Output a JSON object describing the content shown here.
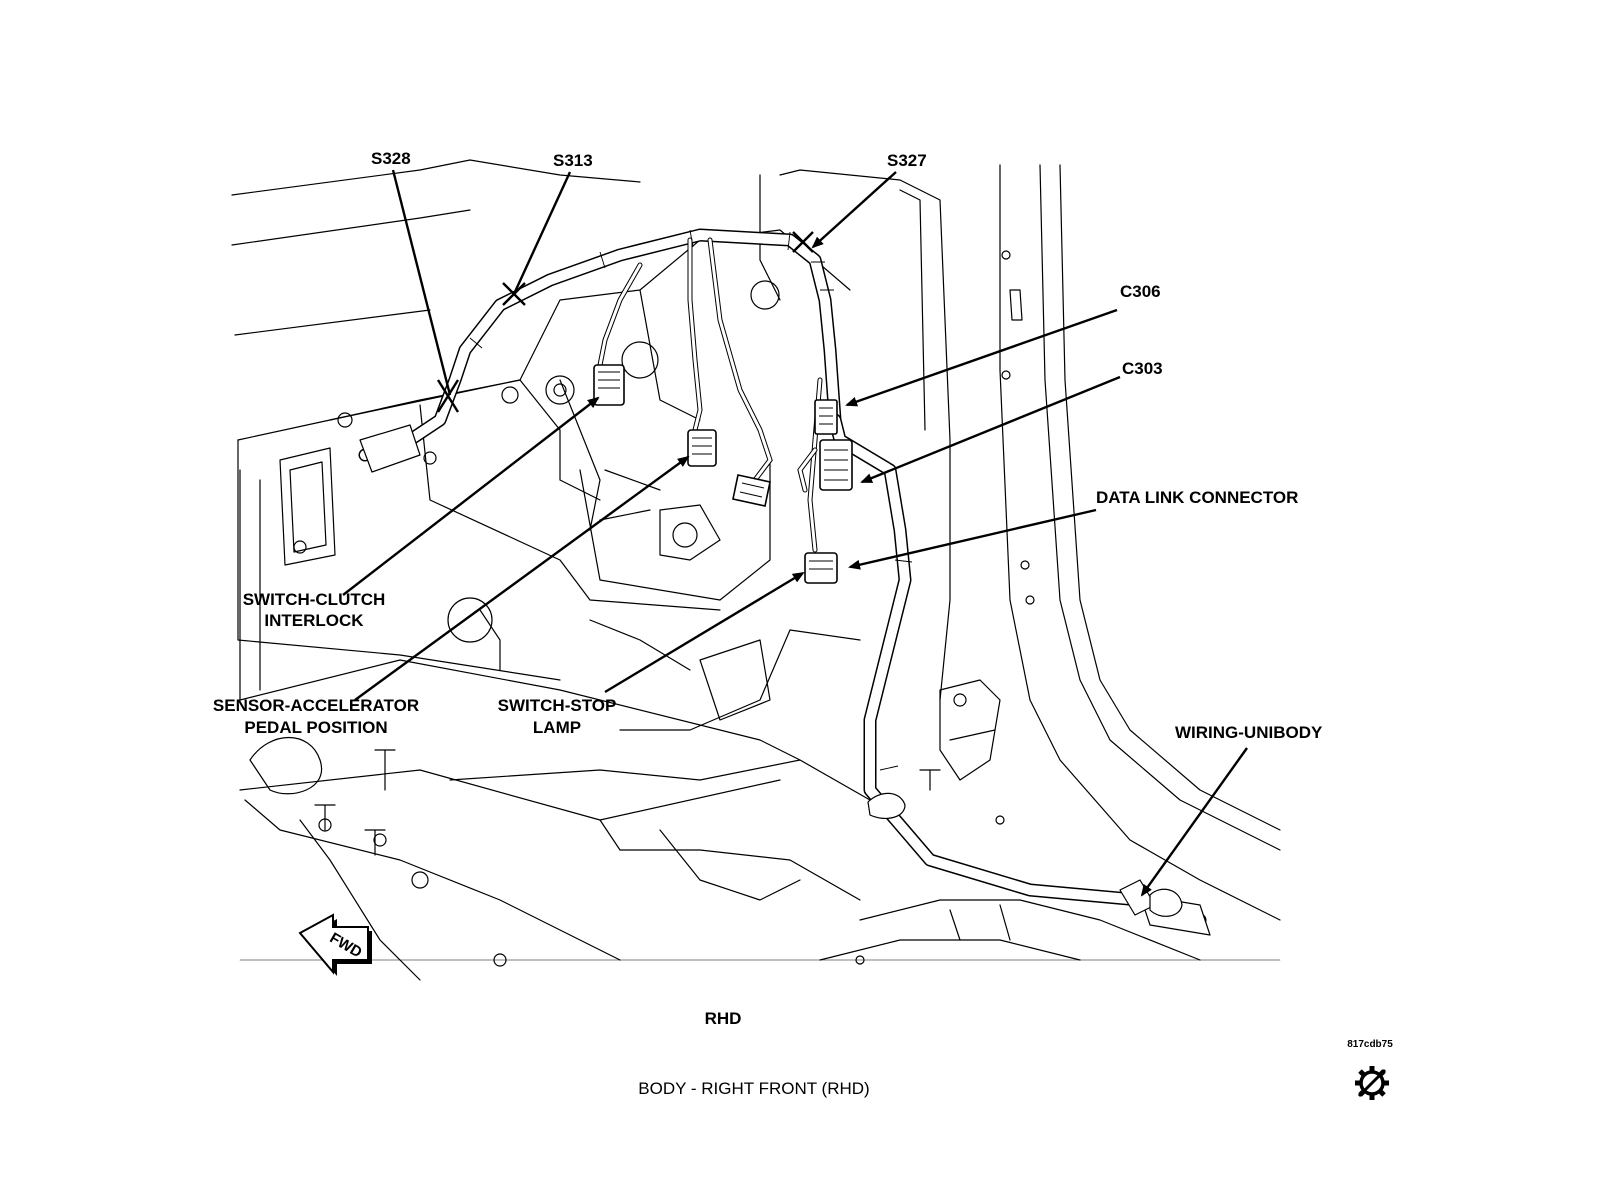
{
  "labels": {
    "s328": "S328",
    "s313": "S313",
    "s327": "S327",
    "c306": "C306",
    "c303": "C303",
    "data_link_connector": "DATA LINK CONNECTOR",
    "switch_clutch_line1": "SWITCH-CLUTCH",
    "switch_clutch_line2": "INTERLOCK",
    "sensor_app_line1": "SENSOR-ACCELERATOR",
    "sensor_app_line2": "PEDAL POSITION",
    "switch_stop_line1": "SWITCH-STOP",
    "switch_stop_line2": "LAMP",
    "wiring_unibody": "WIRING-UNIBODY",
    "fwd": "FWD"
  },
  "view_label": "RHD",
  "figure_id": "817cdb75",
  "caption": "BODY - RIGHT FRONT  (RHD)",
  "icons": {
    "fwd_arrow": "forward-direction-arrow-icon",
    "gear": "gear-slash-icon"
  }
}
